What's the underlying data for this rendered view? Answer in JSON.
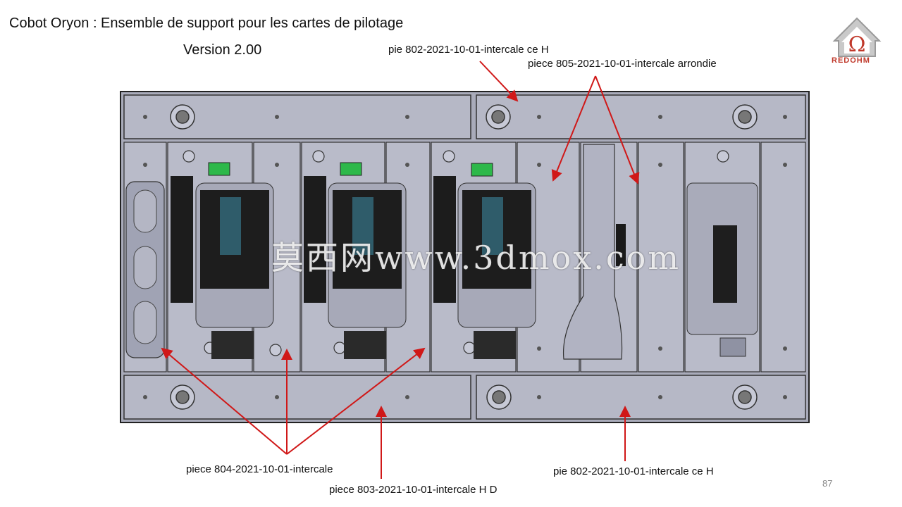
{
  "header": {
    "title": "Cobot Oryon : Ensemble de support pour les cartes de pilotage",
    "version": "Version 2.00"
  },
  "logo": {
    "icon": "redohm-house-omega-logo",
    "text": "REDOHM"
  },
  "labels": {
    "top_left_part": "pie 802-2021-10-01-intercale ce H",
    "top_right_part": "piece 805-2021-10-01-intercale arrondie",
    "bottom_left_part": "piece 804-2021-10-01-intercale",
    "bottom_middle_part": "piece 803-2021-10-01-intercale H D",
    "bottom_right_part": "pie 802-2021-10-01-intercale ce H"
  },
  "watermark": "莫西网www.3dmox.com",
  "page_number": "87",
  "colors": {
    "arrow": "#d01818",
    "plate": "#b8bac8",
    "board": "#1a1a1a",
    "connector": "#2db84a",
    "logo_red": "#c0392b"
  }
}
